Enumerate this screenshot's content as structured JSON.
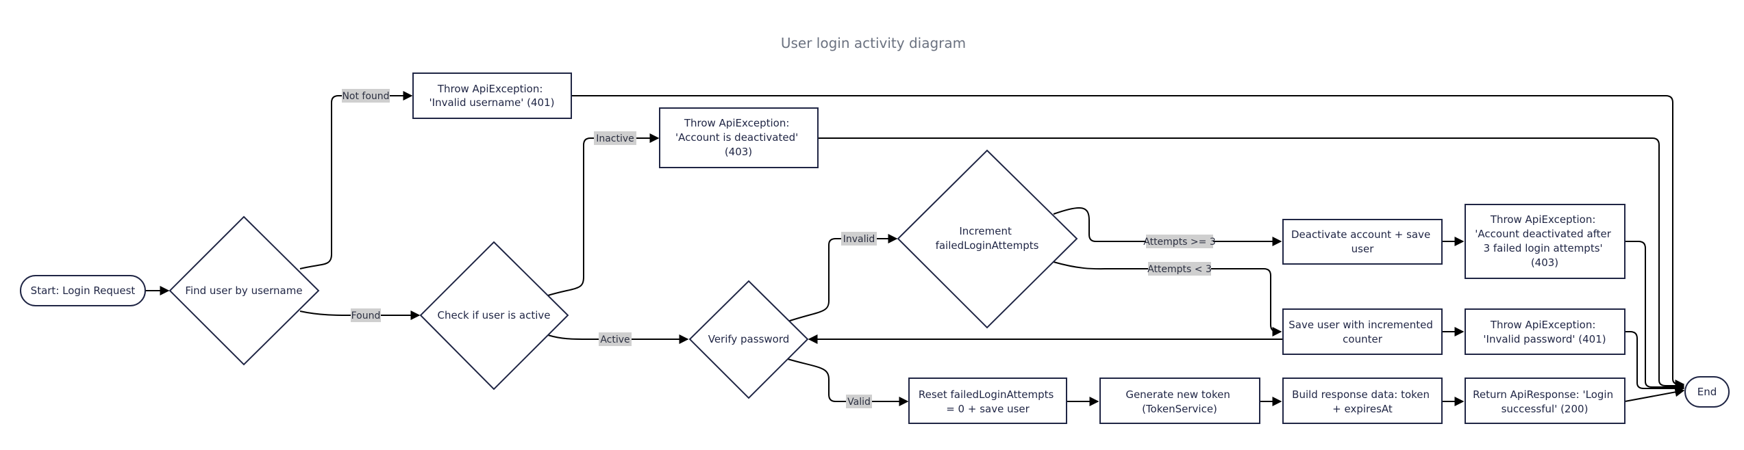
{
  "title": "User login activity diagram",
  "nodes": {
    "start": "Start: Login Request",
    "find_user": "Find user by username",
    "throw_invalid_username": [
      "Throw ApiException:",
      "'Invalid username' (401)"
    ],
    "check_active": "Check if user is active",
    "throw_deactivated": [
      "Throw ApiException:",
      "'Account is deactivated'",
      "(403)"
    ],
    "verify_password": "Verify password",
    "increment_attempts": [
      "Increment",
      "failedLoginAttempts"
    ],
    "deactivate_account": [
      "Deactivate account + save",
      "user"
    ],
    "throw_deactivated_attempts": [
      "Throw ApiException:",
      "'Account deactivated after",
      "3 failed login attempts'",
      "(403)"
    ],
    "save_user_counter": [
      "Save user with incremented",
      "counter"
    ],
    "throw_invalid_password": [
      "Throw ApiException:",
      "'Invalid password' (401)"
    ],
    "reset_attempts": [
      "Reset failedLoginAttempts",
      "= 0 + save user"
    ],
    "generate_token": [
      "Generate new token",
      "(TokenService)"
    ],
    "build_response": [
      "Build response data: token",
      "+ expiresAt"
    ],
    "return_response": [
      "Return ApiResponse: 'Login",
      "successful' (200)"
    ],
    "end": "End"
  },
  "edge_labels": {
    "not_found": "Not found",
    "found": "Found",
    "inactive": "Inactive",
    "active": "Active",
    "invalid": "Invalid",
    "valid": "Valid",
    "attempts_ge_3": "Attempts >= 3",
    "attempts_lt_3": "Attempts < 3"
  }
}
